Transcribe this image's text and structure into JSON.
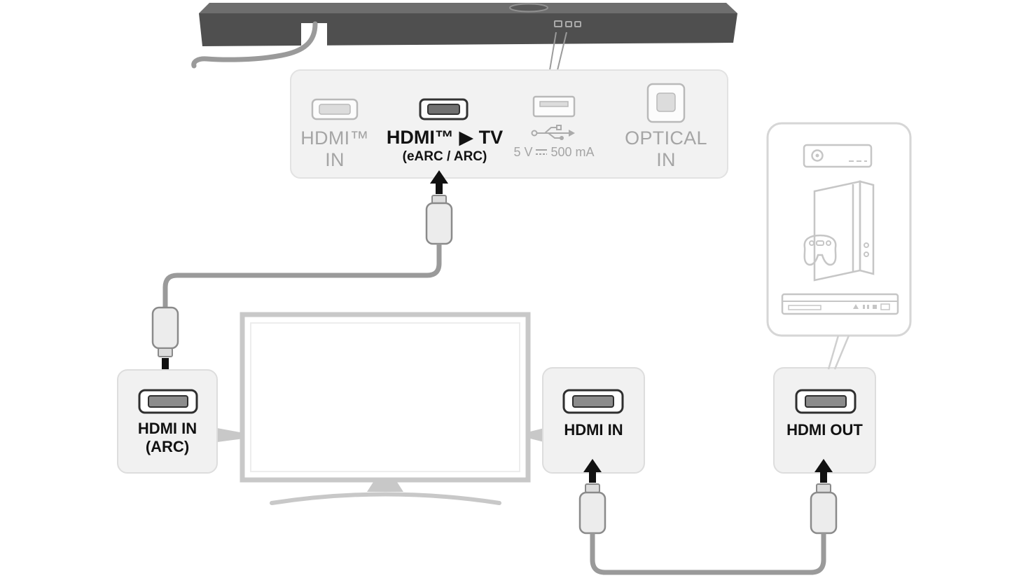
{
  "panel": {
    "ports": [
      {
        "name": "hdmi-in",
        "line1": "HDMI™",
        "line2": "IN",
        "state": "inactive"
      },
      {
        "name": "hdmi-arc-tv",
        "line1": "HDMI™ ▶ TV",
        "line2": "(eARC / ARC)",
        "state": "active"
      },
      {
        "name": "usb",
        "prefix": "5 V",
        "suffix": "500 mA"
      },
      {
        "name": "optical-in",
        "line1": "OPTICAL",
        "line2": "IN",
        "state": "inactive"
      }
    ]
  },
  "boxes": {
    "tv_arc": {
      "line1": "HDMI IN",
      "line2": "(ARC)"
    },
    "soundbar_in": {
      "line1": "HDMI IN"
    },
    "device_out": {
      "line1": "HDMI OUT"
    }
  },
  "colors": {
    "soundbar_front": "#4f4f4f",
    "soundbar_top": "#6e6e6e",
    "panel_fill": "#f2f2f2",
    "box_fill": "#f1f1f1",
    "inactive_gray": "#a5a5a5",
    "active_text": "#121212",
    "cable_gray": "#9a9a9a",
    "tv_outline": "#c8c8c8",
    "device_outline": "#c6c6c6",
    "arrow_black": "#111111"
  }
}
